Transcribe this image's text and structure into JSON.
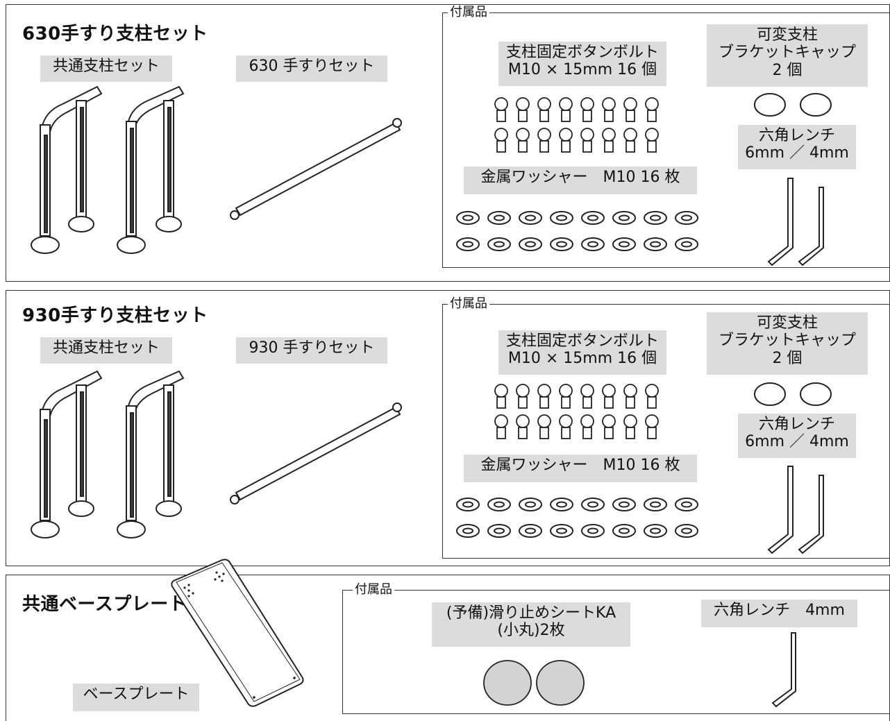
{
  "panels": [
    {
      "title": "630手すり支柱セット",
      "common_post_label": "共通支柱セット",
      "rail_label": "630 手すりセット",
      "accessories_title": "付属品",
      "bolt_label": [
        "支柱固定ボタンボルト",
        "M10 × 15mm  16 個"
      ],
      "cap_label": [
        "可変支柱",
        "ブラケットキャップ",
        "2 個"
      ],
      "wrench_label": [
        "六角レンチ",
        "6mm ／ 4mm"
      ],
      "washer_label": "金属ワッシャー　M10  16 枚"
    },
    {
      "title": "930手すり支柱セット",
      "common_post_label": "共通支柱セット",
      "rail_label": "930 手すりセット",
      "accessories_title": "付属品",
      "bolt_label": [
        "支柱固定ボタンボルト",
        "M10 × 15mm  16 個"
      ],
      "cap_label": [
        "可変支柱",
        "ブラケットキャップ",
        "2 個"
      ],
      "wrench_label": [
        "六角レンチ",
        "6mm ／ 4mm"
      ],
      "washer_label": "金属ワッシャー　M10  16 枚"
    }
  ],
  "base": {
    "title": "共通ベースプレート",
    "plate_label": "ベースプレート",
    "accessories_title": "付属品",
    "sheet_label": [
      "(予備)滑り止めシートKA",
      "(小丸)2枚"
    ],
    "wrench_label": "六角レンチ　4mm"
  }
}
